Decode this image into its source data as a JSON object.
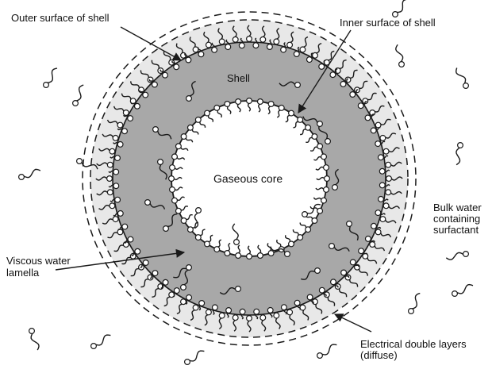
{
  "labels": {
    "outer_surface": "Outer surface of shell",
    "inner_surface": "Inner surface of shell",
    "shell": "Shell",
    "core": "Gaseous core",
    "bulk_water": [
      "Bulk water",
      "containing",
      "surfactant"
    ],
    "lamella": [
      "Viscous water",
      "lamella"
    ],
    "double_layers": [
      "Electrical double layers",
      "(diffuse)"
    ]
  },
  "colors": {
    "shell_fill": "#a8a8a8",
    "diffuse_layer_fill": "#e8e8e8",
    "core_fill": "#ffffff",
    "line": "#1a1a1a",
    "surfactant_head_fill": "#ffffff"
  },
  "icons": {
    "surfactant": "circle-head-with-wavy-tail",
    "boundary_dashed": "dashed-circle"
  }
}
